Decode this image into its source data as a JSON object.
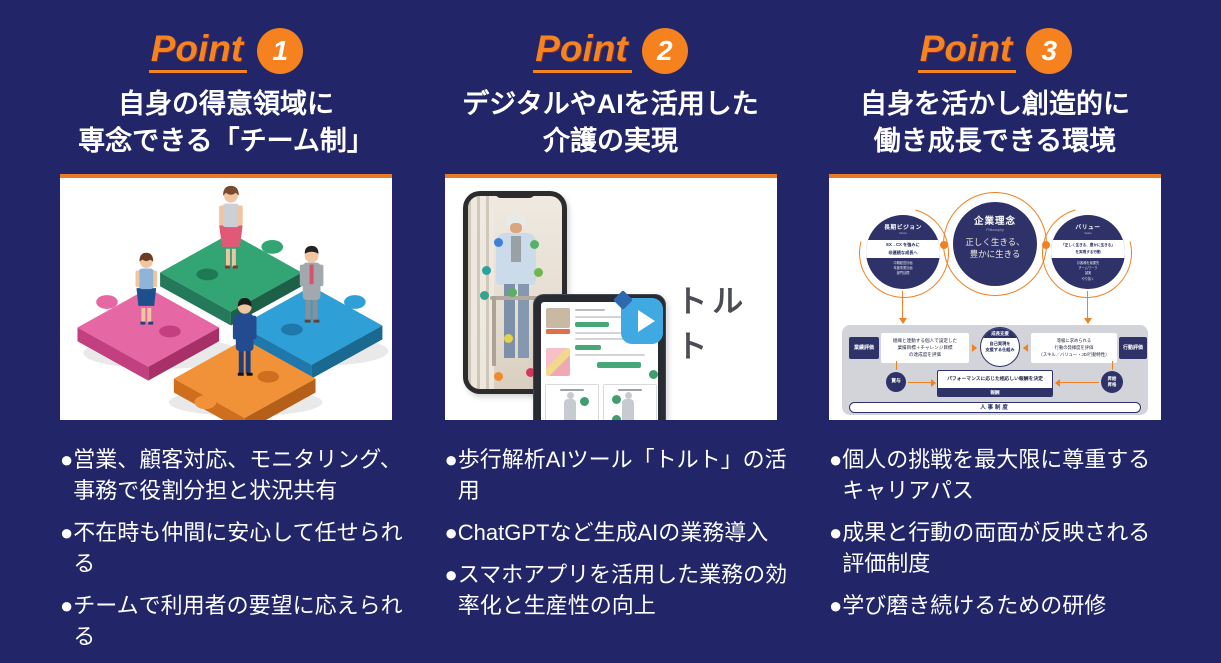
{
  "ui": {
    "bullet": "●",
    "background": "#222668",
    "accent_orange": "#f5831f",
    "card_top_border": "#e87a28",
    "navy": "#2e3268"
  },
  "columns": [
    {
      "point_label": "Point",
      "point_number": "1",
      "heading": "自身の得意領域に\n専念できる「チーム制」",
      "bullets": [
        "営業、顧客対応、モニタリング、\n事務で役割分担と状況共有",
        "不在時も仲間に安心して任せられる",
        "チームで利用者の要望に応えられる"
      ]
    },
    {
      "point_label": "Point",
      "point_number": "2",
      "heading": "デジタルやAIを活用した\n介護の実現",
      "logo_text": "トルト",
      "bullets": [
        "歩行解析AIツール「トルト」の活用",
        "ChatGPTなど生成AIの業務導入",
        "スマホアプリを活用した業務の効\n率化と生産性の向上"
      ]
    },
    {
      "point_label": "Point",
      "point_number": "3",
      "heading": "自身を活かし創造的に\n働き成長できる環境",
      "bullets": [
        "個人の挑戦を最大限に尊重する\nキャリアパス",
        "成果と行動の両面が反映される\n評価制度",
        "学び磨き続けるための研修"
      ],
      "diagram": {
        "center": {
          "title": "企業理念",
          "subtitle": "Philosophy",
          "body": "正しく生きる、\n豊かに生きる"
        },
        "left": {
          "title": "長期ビジョン",
          "subtitle": "Vision",
          "band": "EX→CX を強みに\n非連続な成長へ",
          "items": "中期経営計画\n年度事業計画\n部門目標"
        },
        "right": {
          "title": "バリュー",
          "subtitle": "Value",
          "band": "「正しく生きる、豊かに生きる」\nを実現する行動",
          "items": "お客様を最優先\nチームワーク\n誠実\nやり抜く"
        },
        "eval_left_label": "業績評価",
        "eval_left_box": "組織と連動する個人で設定した\n業績目標＋チャレンジ目標\nの達成度を評価",
        "support_title": "成長支援",
        "support_body": "自己実現を\n支援する仕組み",
        "eval_right_box": "等級に求められる\n行動の発揮度を評価\n（スキル／バリュー・JD/行動特性）",
        "eval_right_label": "行動評価",
        "bonus_label": "賞与",
        "reward_text": "パフォーマンスに応じた相応しい報酬を決定",
        "reward_band": "報酬",
        "raise_label": "昇給\n昇格",
        "hr_pill": "人事制度"
      }
    }
  ]
}
